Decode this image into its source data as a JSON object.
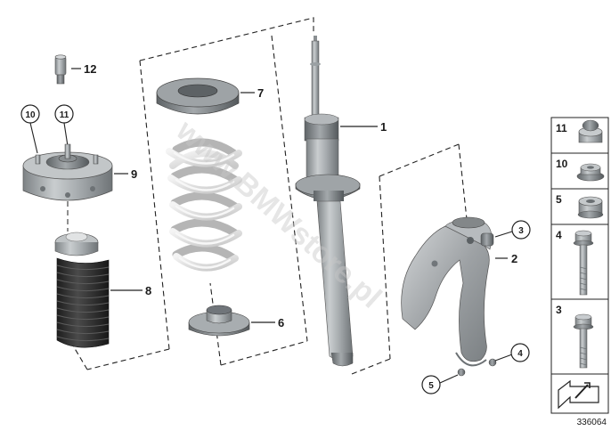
{
  "callouts": {
    "c1": "1",
    "c2": "2",
    "c3": "3",
    "c4": "4",
    "c5": "5",
    "c6": "6",
    "c7": "7",
    "c8": "8",
    "c9": "9",
    "c10": "10",
    "c11": "11",
    "c12": "12"
  },
  "legend": {
    "items": [
      {
        "label": "11",
        "icon": "nut-cap-icon"
      },
      {
        "label": "10",
        "icon": "flange-nut-icon"
      },
      {
        "label": "5",
        "icon": "hex-nut-icon"
      },
      {
        "label": "4",
        "icon": "long-bolt-icon"
      },
      {
        "label": "3",
        "icon": "short-bolt-icon"
      }
    ]
  },
  "watermark": "www.BMWstore.pl",
  "reference_number": "336064"
}
